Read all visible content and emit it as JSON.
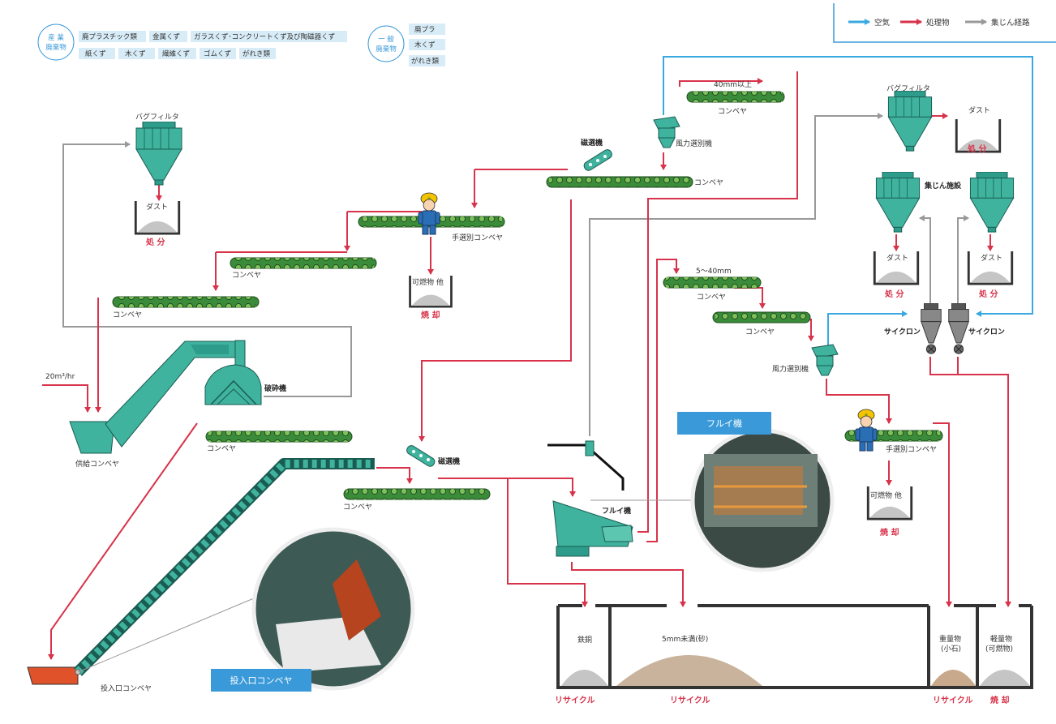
{
  "legend": {
    "air": "空気",
    "processed": "処理物",
    "dust_route": "集じん経路",
    "colors": {
      "air": "#3aa9e0",
      "processed": "#d8334a",
      "dust_route": "#999999"
    }
  },
  "categories": {
    "industrial_label": [
      "産 業",
      "廃棄物"
    ],
    "industrial_items_row1": [
      "廃プラスチック類",
      "金属くず",
      "ガラスくず･コンクリートくず及び陶磁器くず"
    ],
    "industrial_items_row2": [
      "紙くず",
      "木くず",
      "繊維くず",
      "ゴムくず",
      "がれき類"
    ],
    "general_label": [
      "一 般",
      "廃棄物"
    ],
    "general_items": [
      "廃プラ",
      "木くず",
      "がれき類"
    ]
  },
  "labels": {
    "bag_filter": "バグフィルタ",
    "dust": "ダスト",
    "disposal": "処 分",
    "incineration": "焼 却",
    "combustibles_etc": "可燃物 他",
    "conveyor": "コンベヤ",
    "hand_sort_conveyor": "手選別コンベヤ",
    "supply_conveyor": "供給コンベヤ",
    "crusher": "破砕機",
    "feed_rate": "20m³/hr",
    "inlet_conveyor": "投入口コンベヤ",
    "magnetic_separator": "磁選機",
    "wind_separator": "風力選別機",
    "over_40mm": "40mm以上",
    "size_5_40": "5～40mm",
    "sieve": "フルイ機",
    "dust_collection": "集じん施設",
    "cyclone": "サイクロン",
    "iron_copper": "鉄銅",
    "under_5mm": "5mm未満(砂)",
    "heavy": [
      "重量物",
      "(小石)"
    ],
    "light": [
      "軽量物",
      "(可燃物)"
    ],
    "recycle": "リサイクル",
    "photo_sieve": "フルイ機",
    "photo_inlet": "投入口コンベヤ"
  }
}
